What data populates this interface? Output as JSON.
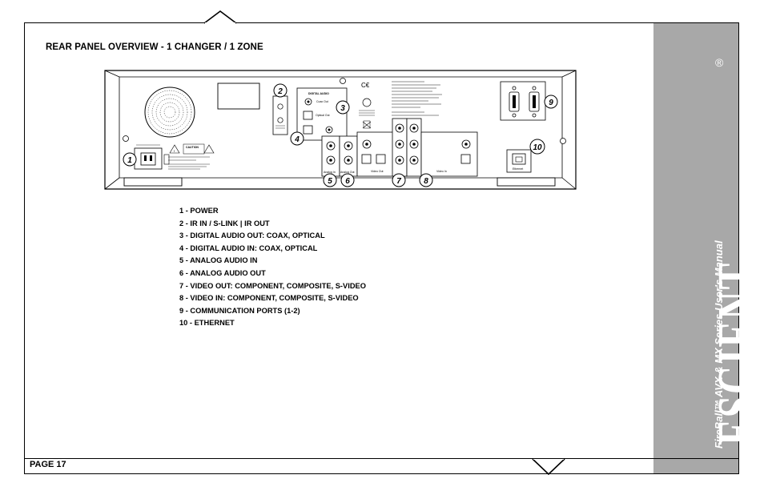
{
  "page_title": "REAR PANEL OVERVIEW - 1 CHANGER / 1 ZONE",
  "page_label": "PAGE 17",
  "sidebar": {
    "brand": "ESCIENT",
    "registered_mark": "®",
    "subtitle": "FireBall™ AVX & MX Series User's Manual"
  },
  "panel_labels": {
    "digital_audio": "DIGITAL AUDIO",
    "coax_out": "Coax Out",
    "optical_out": "Optical Out",
    "analog_in": "Analog In",
    "analog_out": "Analog Out",
    "video_out": "Video Out",
    "video_in": "Video In",
    "ethernet": "Ethernet",
    "caution": "CAUTION"
  },
  "callouts": [
    "1",
    "2",
    "3",
    "4",
    "5",
    "6",
    "7",
    "8",
    "9",
    "10"
  ],
  "legend": [
    "1 - POWER",
    "2 - IR IN / S-LINK | IR OUT",
    "3 - DIGITAL AUDIO OUT: COAX, OPTICAL",
    "4 - DIGITAL AUDIO IN: COAX, OPTICAL",
    "5 - ANALOG AUDIO IN",
    "6 - ANALOG AUDIO OUT",
    "7 - VIDEO OUT: COMPONENT, COMPOSITE, S-VIDEO",
    "8 - VIDEO IN: COMPONENT, COMPOSITE, S-VIDEO",
    "9 - COMMUNICATION PORTS (1-2)",
    "10 - ETHERNET"
  ]
}
